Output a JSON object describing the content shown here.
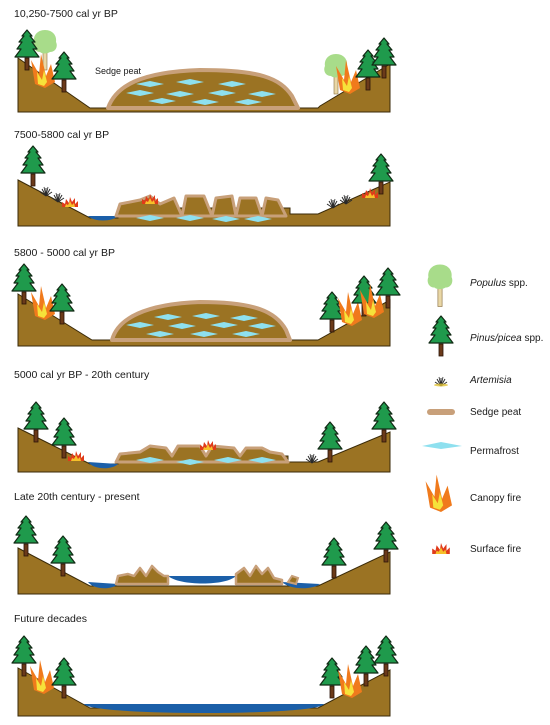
{
  "colors": {
    "soil": "#9b7323",
    "soil_stroke": "#3a2a08",
    "peat": "#c8a07a",
    "permafrost": "#8ee0ef",
    "water": "#1b5fa8",
    "tree_green": "#1f9a4c",
    "tree_stroke": "#102a14",
    "trunk": "#6b3a1a",
    "populus": "#a8dc8a",
    "fire_outer": "#f07a1c",
    "fire_inner": "#f6e23a"
  },
  "panels": [
    {
      "title": "10,250-7500 cal yr BP",
      "annotation": "Sedge peat"
    },
    {
      "title": "7500-5800 cal yr BP"
    },
    {
      "title": "5800 - 5000 cal yr BP"
    },
    {
      "title": "5000 cal yr BP - 20th century"
    },
    {
      "title": "Late 20th century - present"
    },
    {
      "title": "Future decades"
    }
  ],
  "legend": [
    {
      "icon": "populus-tree-icon",
      "label_italic": "Populus",
      "label_rest": " spp."
    },
    {
      "icon": "pine-tree-icon",
      "label_italic": "Pinus/picea",
      "label_rest": " spp."
    },
    {
      "icon": "artemisia-shrub-icon",
      "label_italic": "Artemisia",
      "label_rest": ""
    },
    {
      "icon": "sedge-peat-swatch-icon",
      "label_italic": "",
      "label_rest": "Sedge peat"
    },
    {
      "icon": "permafrost-swatch-icon",
      "label_italic": "",
      "label_rest": "Permafrost"
    },
    {
      "icon": "canopy-fire-icon",
      "label_italic": "",
      "label_rest": "Canopy fire"
    },
    {
      "icon": "surface-fire-icon",
      "label_italic": "",
      "label_rest": "Surface fire"
    }
  ]
}
